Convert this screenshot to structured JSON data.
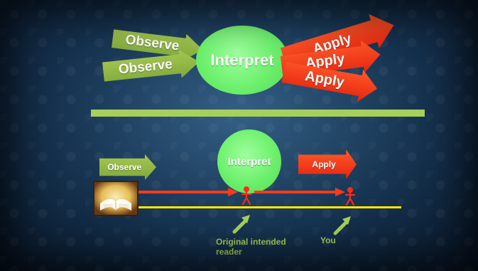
{
  "diagram": {
    "top": {
      "observe_labels": [
        "Observe",
        "Observe"
      ],
      "interpret_label": "Interpret",
      "apply_labels": [
        "Apply",
        "Apply",
        "Apply"
      ]
    },
    "bottom": {
      "observe_label": "Observe",
      "interpret_label": "Interpret",
      "apply_label": "Apply",
      "original_reader_label": "Original intended reader",
      "you_label": "You"
    },
    "colors": {
      "green_arrow": "#8fb845",
      "red_arrow": "#ff3a1a",
      "ellipse": "#6cf06c",
      "divider": "#a6d05a",
      "timeline_yellow": "#ffe600",
      "timeline_red": "#ff3a1a"
    },
    "icons": [
      "bible-icon",
      "person-icon",
      "pointer-arrow-icon"
    ]
  }
}
